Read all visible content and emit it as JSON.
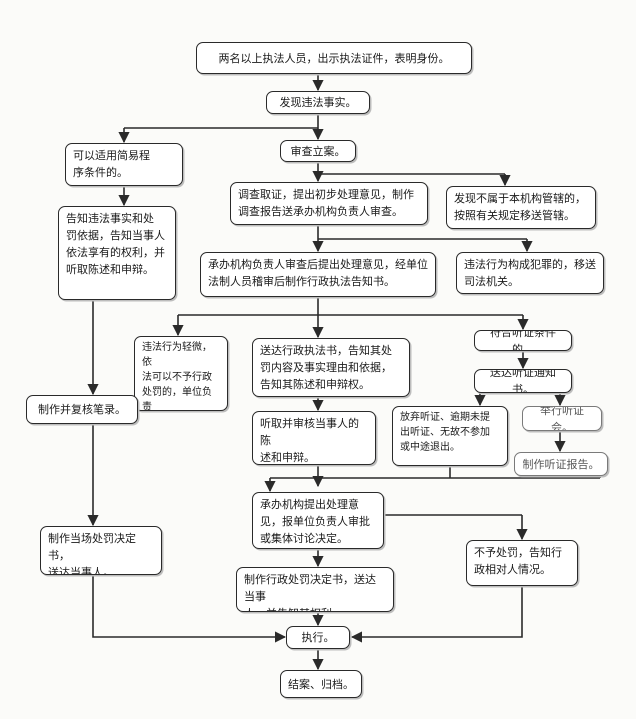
{
  "nodes": {
    "n1": "两名以上执法人员，出示执法证件，表明身份。",
    "n2": "发现违法事实。",
    "n3": "可以适用简易程\n序条件的。",
    "n4": "审查立案。",
    "n5": "调查取证，提出初步处理意见，制作\n调查报告送承办机构负责人审查。",
    "n6": "发现不属于本机构管辖的，\n按照有关规定移送管辖。",
    "n7": "告知违法事实和处\n罚依据，告知当事人\n依法享有的权利，并\n听取陈述和申辩。",
    "n8": "承办机构负责人审查后提出处理意见，经单位\n法制人员稽审后制作行政执法告知书。",
    "n9": "违法行为构成犯罪的，移送\n司法机关。",
    "n10": "违法行为轻微，依\n法可以不予行政\n处罚的，单位负责\n人批准不予处罚。",
    "n11": "送达行政执法书，告知其处\n罚内容及事实理由和依据，\n告知其陈述和申辩权。",
    "n12": "符合听证条件的。",
    "n13": "送达听证通知书。",
    "n14": "制作并复核笔录。",
    "n15": "听取并审核当事人的陈\n述和申辩。",
    "n16": "放弃听证、逾期未提\n出听证、无故不参加\n或中途退出。",
    "n17": "举行听证会。",
    "n18": "制作听证报告。",
    "n19": "承办机构提出处理意\n见，报单位负责人审批\n或集体讨论决定。",
    "n20": "制作当场处罚决定书，\n送达当事人。",
    "n21": "不予处罚，告知行\n政相对人情况。",
    "n22": "制作行政处罚决定书，送达当事\n人，并告知其权利。",
    "n23": "执行。",
    "n24": "结案、归档。"
  }
}
